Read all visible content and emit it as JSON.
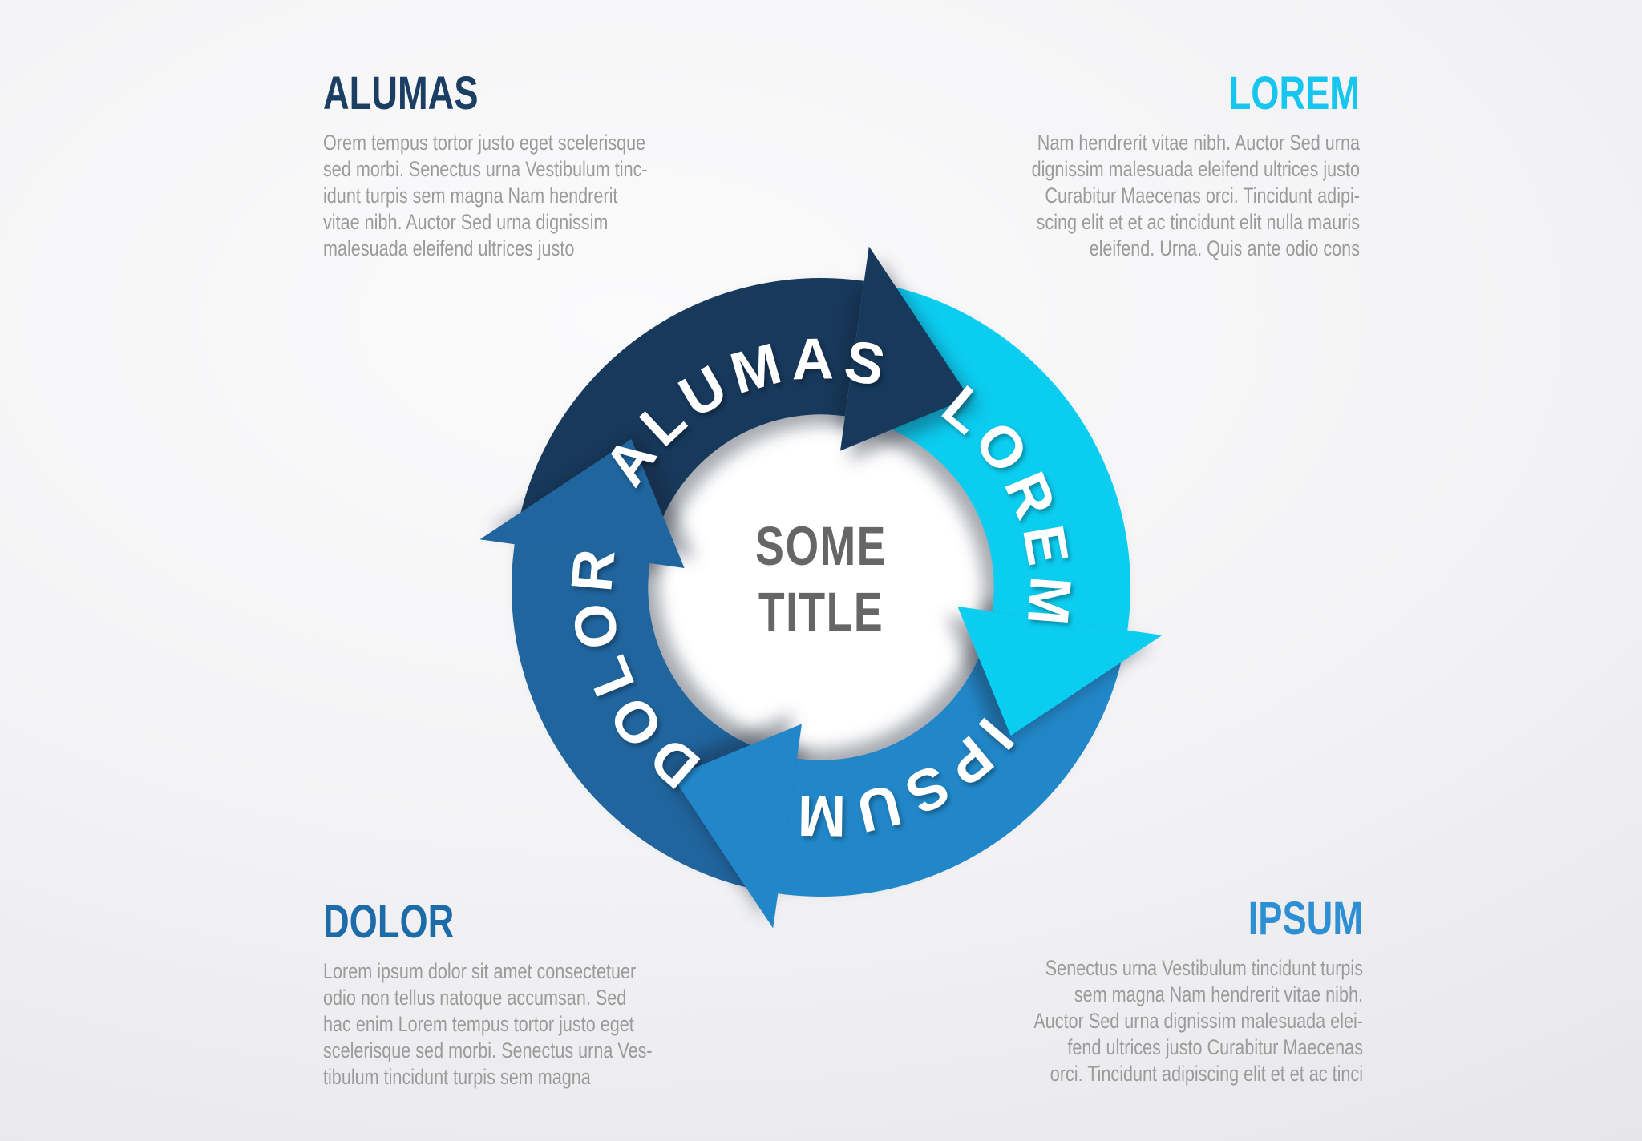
{
  "page": {
    "type": "cycle-infographic",
    "background_top": "#fbfbfc",
    "background_bottom": "#dadade"
  },
  "center": {
    "title_line1": "SOME",
    "title_line2": "TITLE",
    "color": "#666666"
  },
  "segments": [
    {
      "id": "alumas",
      "label": "ALUMAS",
      "color": "#17395c"
    },
    {
      "id": "lorem",
      "label": "LOREM",
      "color": "#0bcdf0"
    },
    {
      "id": "ipsum",
      "label": "IPSUM",
      "color": "#2187c8"
    },
    {
      "id": "dolor",
      "label": "DOLOR",
      "color": "#20659e"
    }
  ],
  "callouts": {
    "top_left": {
      "heading": "ALUMAS",
      "heading_color": "#1b3e63",
      "align": "left",
      "lines": [
        "Orem tempus tortor justo eget scelerisque",
        "sed morbi. Senectus urna Vestibulum tinc-",
        "idunt turpis sem magna Nam hendrerit",
        "vitae nibh. Auctor Sed urna dignissim",
        "malesuada eleifend ultrices justo"
      ]
    },
    "top_right": {
      "heading": "LOREM",
      "heading_color": "#16c6ee",
      "align": "right",
      "lines": [
        "Nam hendrerit vitae nibh. Auctor Sed urna",
        "dignissim malesuada eleifend ultrices justo",
        "Curabitur Maecenas orci. Tincidunt adipi-",
        "scing elit et et ac tincidunt elit nulla mauris",
        "eleifend. Urna. Quis ante odio cons"
      ]
    },
    "bottom_left": {
      "heading": "DOLOR",
      "heading_color": "#1d6ca9",
      "align": "left",
      "lines": [
        "Lorem ipsum dolor sit amet consectetuer",
        "odio non tellus natoque accumsan. Sed",
        "hac enim Lorem tempus tortor justo eget",
        "scelerisque sed morbi. Senectus urna Ves-",
        "tibulum tincidunt turpis sem magna"
      ]
    },
    "bottom_right": {
      "heading": "IPSUM",
      "heading_color": "#2e90d3",
      "align": "right",
      "lines": [
        "Senectus urna Vestibulum tincidunt turpis",
        "sem magna Nam hendrerit vitae nibh.",
        "Auctor Sed urna dignissim malesuada elei-",
        "fend ultrices justo Curabitur Maecenas",
        "orci. Tincidunt adipiscing elit et et ac tinci"
      ]
    }
  }
}
